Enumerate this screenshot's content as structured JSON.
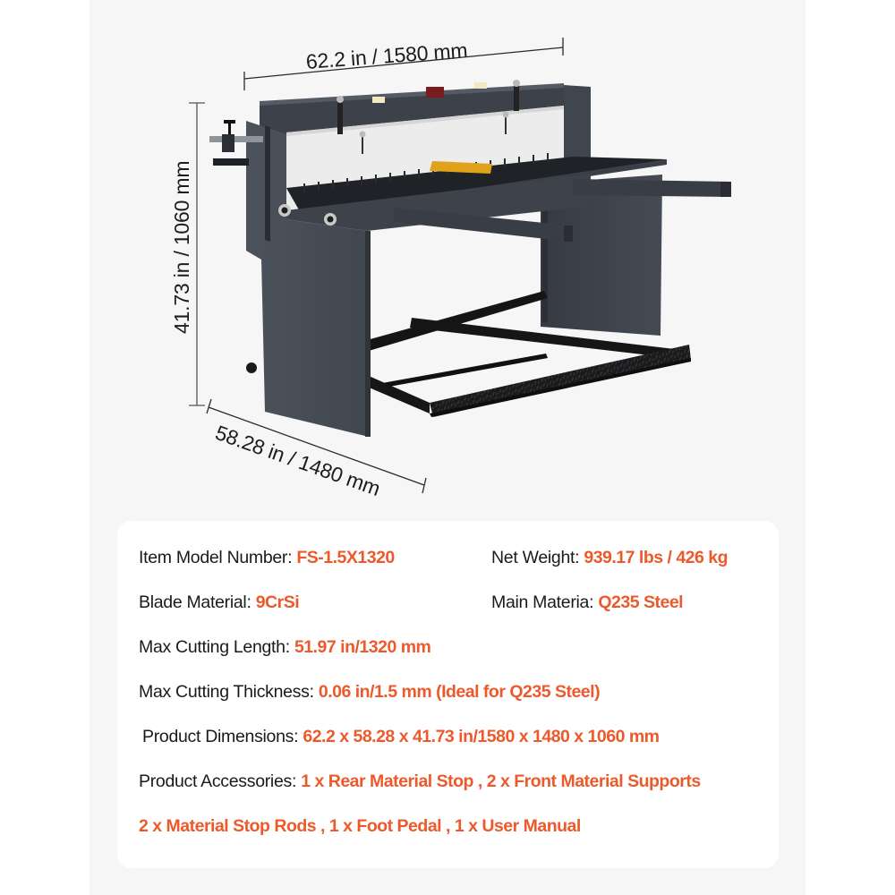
{
  "dimensions": {
    "width_label": "62.2 in / 1580 mm",
    "height_label": "41.73 in / 1060 mm",
    "depth_label": "58.28 in / 1480 mm"
  },
  "product_image": {
    "subject": "foot-pedal sheet metal shear",
    "body_color": "#454b55",
    "blade_plate_color": "#ededed",
    "table_color": "#1f2226",
    "accent_color": "#e0a21a"
  },
  "specs": {
    "model": {
      "label": "Item Model Number:",
      "value": "FS-1.5X1320"
    },
    "net_weight": {
      "label": "Net Weight:",
      "value": "939.17 lbs / 426 kg"
    },
    "blade_material": {
      "label": "Blade Material:",
      "value": "9CrSi"
    },
    "main_material": {
      "label": "Main Materia:",
      "value": "Q235 Steel"
    },
    "max_cutting_length": {
      "label": "Max Cutting Length:",
      "value": "51.97 in/1320 mm"
    },
    "max_cutting_thickness": {
      "label": "Max Cutting Thickness:",
      "value": "0.06 in/1.5 mm (Ideal for Q235 Steel)"
    },
    "product_dimensions": {
      "label": "Product Dimensions:",
      "value": "62.2 x 58.28 x 41.73 in/1580 x 1480 x 1060 mm"
    },
    "accessories": {
      "label": "Product Accessories:",
      "value_line1": "1 x Rear Material Stop , 2 x Front Material Supports",
      "value_line2": "2 x Material Stop Rods , 1 x Foot Pedal , 1 x User Manual"
    }
  },
  "colors": {
    "accent": "#ec5a2c",
    "label_text": "#1a1a1a",
    "panel_bg": "#f6f6f6",
    "card_bg": "#ffffff"
  }
}
